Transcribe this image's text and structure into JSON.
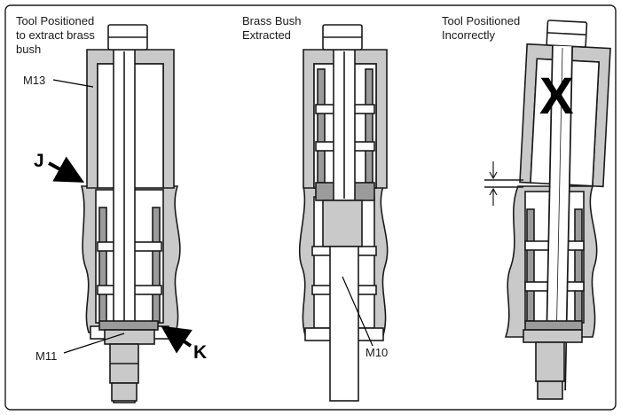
{
  "captions": {
    "left": [
      "Tool Positioned",
      "to extract brass",
      "bush"
    ],
    "middle": [
      "Brass Bush",
      "Extracted"
    ],
    "right": [
      "Tool Positioned",
      "Incorrectly"
    ]
  },
  "labels": {
    "m13": "M13",
    "j": "J",
    "m11": "M11",
    "k": "K",
    "m10": "M10",
    "x": "X"
  }
}
